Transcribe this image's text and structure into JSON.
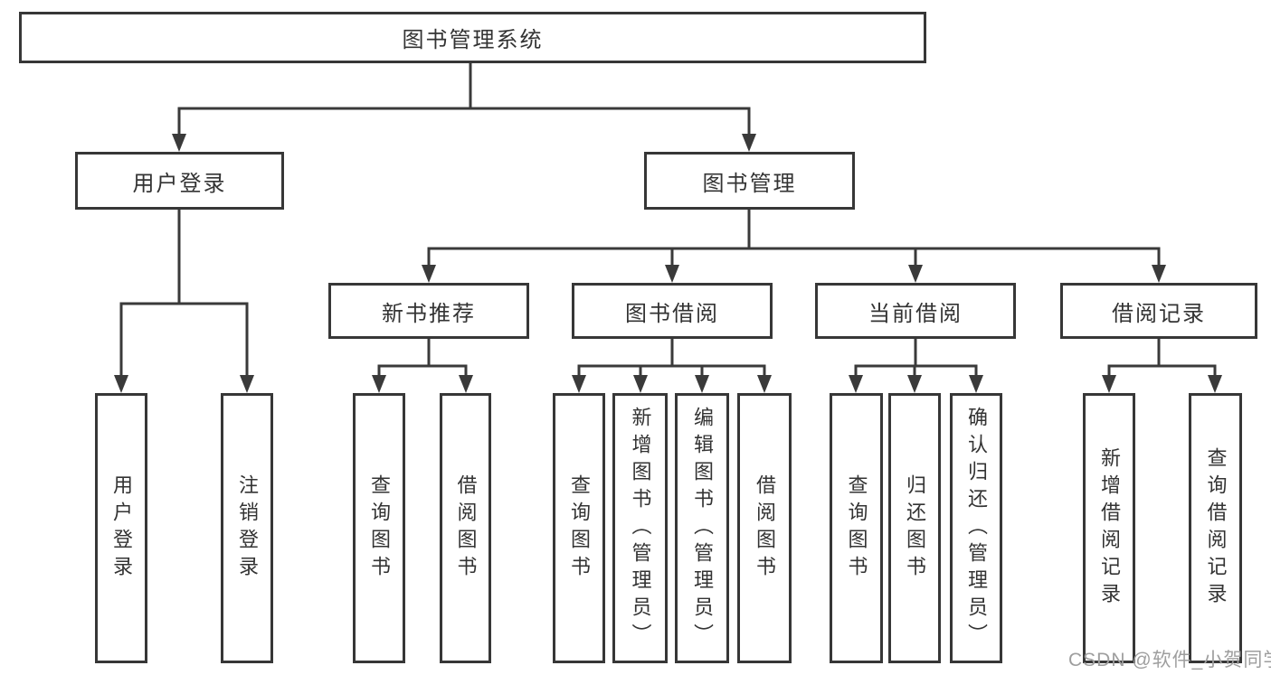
{
  "tree": {
    "label": "图书管理系统",
    "children": [
      {
        "label": "用户登录",
        "children": [
          {
            "label": "用户登录"
          },
          {
            "label": "注销登录"
          }
        ]
      },
      {
        "label": "图书管理",
        "children": [
          {
            "label": "新书推荐",
            "children": [
              {
                "label": "查询图书"
              },
              {
                "label": "借阅图书"
              }
            ]
          },
          {
            "label": "图书借阅",
            "children": [
              {
                "label": "查询图书"
              },
              {
                "label": "新增图书（管理员）"
              },
              {
                "label": "编辑图书（管理员）"
              },
              {
                "label": "借阅图书"
              }
            ]
          },
          {
            "label": "当前借阅",
            "children": [
              {
                "label": "查询图书"
              },
              {
                "label": "归还图书"
              },
              {
                "label": "确认归还（管理员）"
              }
            ]
          },
          {
            "label": "借阅记录",
            "children": [
              {
                "label": "新增借阅记录"
              },
              {
                "label": "查询借阅记录"
              }
            ]
          }
        ]
      }
    ]
  },
  "watermark": {
    "text": "CSDN @软件_小贺同学"
  },
  "colors": {
    "line": "#3a3a3a",
    "border": "#373737",
    "text": "#333333",
    "background": "#ffffff",
    "watermark": "#9e9e9e"
  }
}
